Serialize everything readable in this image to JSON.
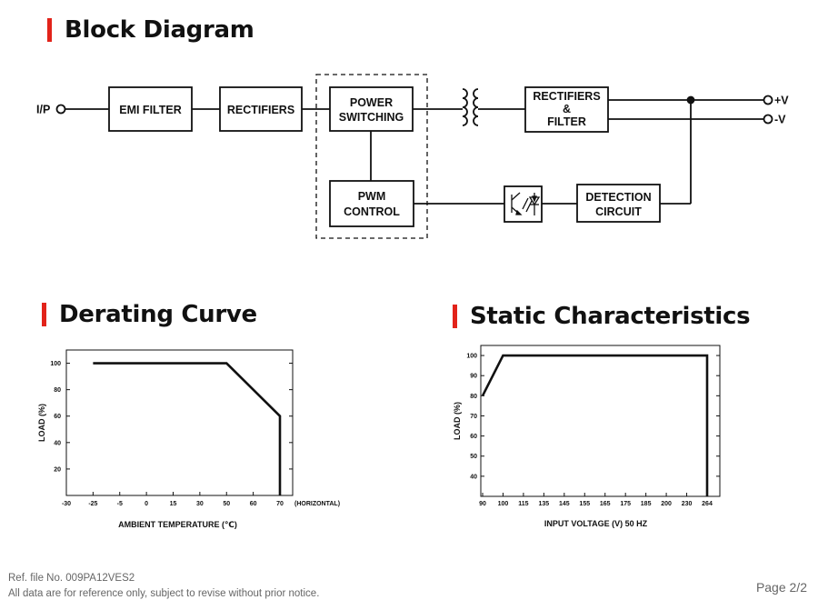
{
  "sections": {
    "block_diagram": "Block Diagram",
    "derating_curve": "Derating Curve",
    "static_characteristics": "Static Characteristics"
  },
  "block_diagram": {
    "input_label": "I/P",
    "blocks": {
      "emi_filter": [
        "EMI FILTER"
      ],
      "rectifiers": [
        "RECTIFIERS"
      ],
      "power_switching": [
        "POWER",
        "SWITCHING"
      ],
      "rectifiers_filter": [
        "RECTIFIERS",
        "&",
        "FILTER"
      ],
      "pwm_control": [
        "PWM",
        "CONTROL"
      ],
      "detection_circuit": [
        "DETECTION",
        "CIRCUIT"
      ]
    },
    "outputs": {
      "pos": "+V",
      "neg": "-V"
    }
  },
  "chart_data": [
    {
      "type": "line",
      "x": [
        -25,
        50,
        70,
        70
      ],
      "y": [
        100,
        100,
        60,
        0
      ],
      "xlabel": "AMBIENT TEMPERATURE (℃)",
      "ylabel": "LOAD (%)",
      "x_ticks": [
        -30,
        -25,
        -5,
        0,
        15,
        30,
        50,
        60,
        70
      ],
      "x_tick_note": "(HORIZONTAL)",
      "y_ticks": [
        20,
        40,
        60,
        80,
        100
      ],
      "xlim": [
        -30,
        70
      ],
      "ylim": [
        0,
        110
      ],
      "grid": false
    },
    {
      "type": "line",
      "x": [
        90,
        100,
        264,
        264
      ],
      "y": [
        80,
        100,
        100,
        30
      ],
      "xlabel": "INPUT VOLTAGE (V) 50 HZ",
      "ylabel": "LOAD (%)",
      "x_ticks": [
        90,
        100,
        115,
        135,
        145,
        155,
        165,
        175,
        185,
        200,
        230,
        264
      ],
      "y_ticks": [
        40,
        50,
        60,
        70,
        80,
        90,
        100
      ],
      "ylim": [
        30,
        105
      ],
      "grid": false
    }
  ],
  "footer": {
    "ref": "Ref. file No. 009PA12VES2",
    "note": "All data are for reference only, subject to revise without prior notice.",
    "page": "Page 2/2"
  }
}
